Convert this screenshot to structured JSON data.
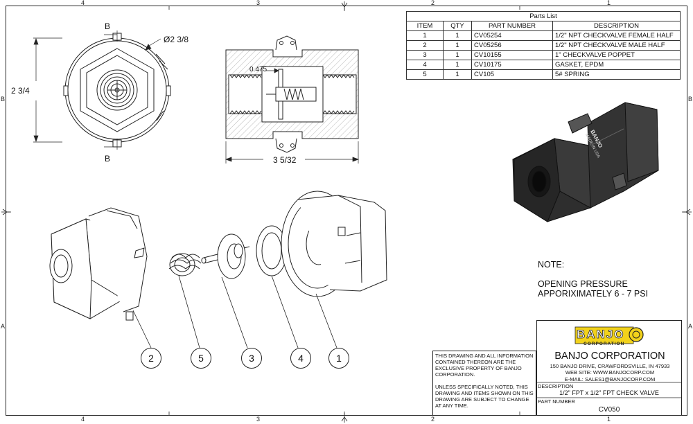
{
  "zones": {
    "top": [
      "4",
      "3",
      "2",
      "1"
    ],
    "bottom": [
      "4",
      "3",
      "2",
      "1"
    ],
    "left": [
      "B",
      "A"
    ],
    "right": [
      "B",
      "A"
    ]
  },
  "dimensions": {
    "section_b_top": "B",
    "section_b_bottom": "B",
    "diameter": "Ø2 3/8",
    "height": "2 3/4",
    "gap": "0.475",
    "length": "3 5/32"
  },
  "parts_list": {
    "title": "Parts List",
    "headers": [
      "ITEM",
      "QTY",
      "PART NUMBER",
      "DESCRIPTION"
    ],
    "rows": [
      [
        "1",
        "1",
        "CV05254",
        "1/2\" NPT CHECKVALVE FEMALE HALF"
      ],
      [
        "2",
        "1",
        "CV05256",
        "1/2\" NPT CHECKVALVE MALE HALF"
      ],
      [
        "3",
        "1",
        "CV10155",
        "1\" CHECKVALVE POPPET"
      ],
      [
        "4",
        "1",
        "CV10175",
        "GASKET, EPDM"
      ],
      [
        "5",
        "1",
        "CV105",
        "5# SPRING"
      ]
    ]
  },
  "product_markings": {
    "brand": "BANJO",
    "made_in": "MADE IN USA"
  },
  "callouts": [
    "2",
    "5",
    "3",
    "4",
    "1"
  ],
  "note": {
    "heading": "NOTE:",
    "line1": "OPENING PRESSURE",
    "line2": "APPORIXIMATELY 6 - 7 PSI"
  },
  "title_block": {
    "logo_text": "BANJO",
    "logo_sub": "CORPORATION",
    "company": "BANJO CORPORATION",
    "address": "150 BANJO DRIVE, CRAWFORDSVILLE, IN 47933",
    "website": "WEB SITE: WWW.BANJOCORP.COM",
    "email": "E-MAIL: SALES1@BANJOCORP.COM",
    "description_label": "DESCRIPTION",
    "description": "1/2\" FPT x 1/2\" FPT CHECK VALVE",
    "part_number_label": "PART NUMBER",
    "part_number": "CV050",
    "disclaimer_1": "THIS DRAWING AND ALL INFORMATION CONTAINED THEREON ARE THE EXCLUSIVE PROPERTY OF BANJO CORPORATION.",
    "disclaimer_2": "UNLESS SPECIFICALLY NOTED, THIS DRAWING AND ITEMS SHOWN ON THIS DRAWING ARE SUBJECT TO CHANGE AT ANY TIME."
  },
  "colors": {
    "line": "#222222",
    "body_dark": "#2a2a2a",
    "body_mid": "#3a3a3a",
    "logo_yellow": "#f2d21b"
  }
}
